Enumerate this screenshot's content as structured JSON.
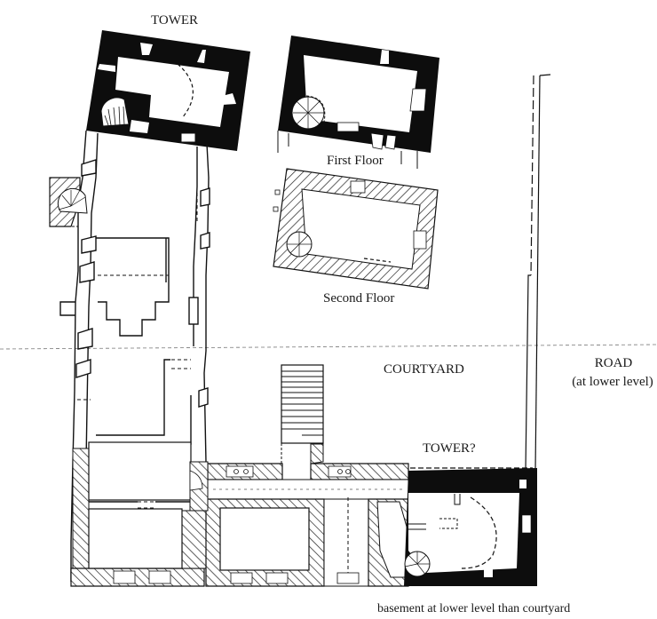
{
  "diagram": {
    "type": "architectural floor plan",
    "colors": {
      "ink": "#111111",
      "paper": "#ffffff",
      "solid_wall": "#0d0d0d",
      "hatch": "#222222",
      "dashed": "#333333"
    },
    "labels": {
      "tower": "TOWER",
      "first_floor": "First Floor",
      "second_floor": "Second Floor",
      "courtyard": "COURTYARD",
      "road": "ROAD",
      "road_note": "(at lower level)",
      "tower_question": "TOWER?",
      "basement_note": "basement at lower level than courtyard"
    },
    "elements": [
      {
        "name": "north-tower",
        "style": "solid black walls",
        "label": "TOWER"
      },
      {
        "name": "tower-first-floor-plan",
        "style": "solid black walls",
        "label": "First Floor"
      },
      {
        "name": "tower-second-floor-plan",
        "style": "hatched walls",
        "label": "Second Floor"
      },
      {
        "name": "west-range",
        "style": "outlined walls with hatched lower section"
      },
      {
        "name": "spiral-stair-west",
        "style": "hatched turret with spiral stair"
      },
      {
        "name": "south-range",
        "style": "hatched walls"
      },
      {
        "name": "courtyard-steps",
        "style": "stair treads"
      },
      {
        "name": "southeast-tower",
        "style": "solid black walls",
        "label": "TOWER?"
      },
      {
        "name": "road-boundary",
        "style": "solid and dashed lines"
      }
    ]
  }
}
